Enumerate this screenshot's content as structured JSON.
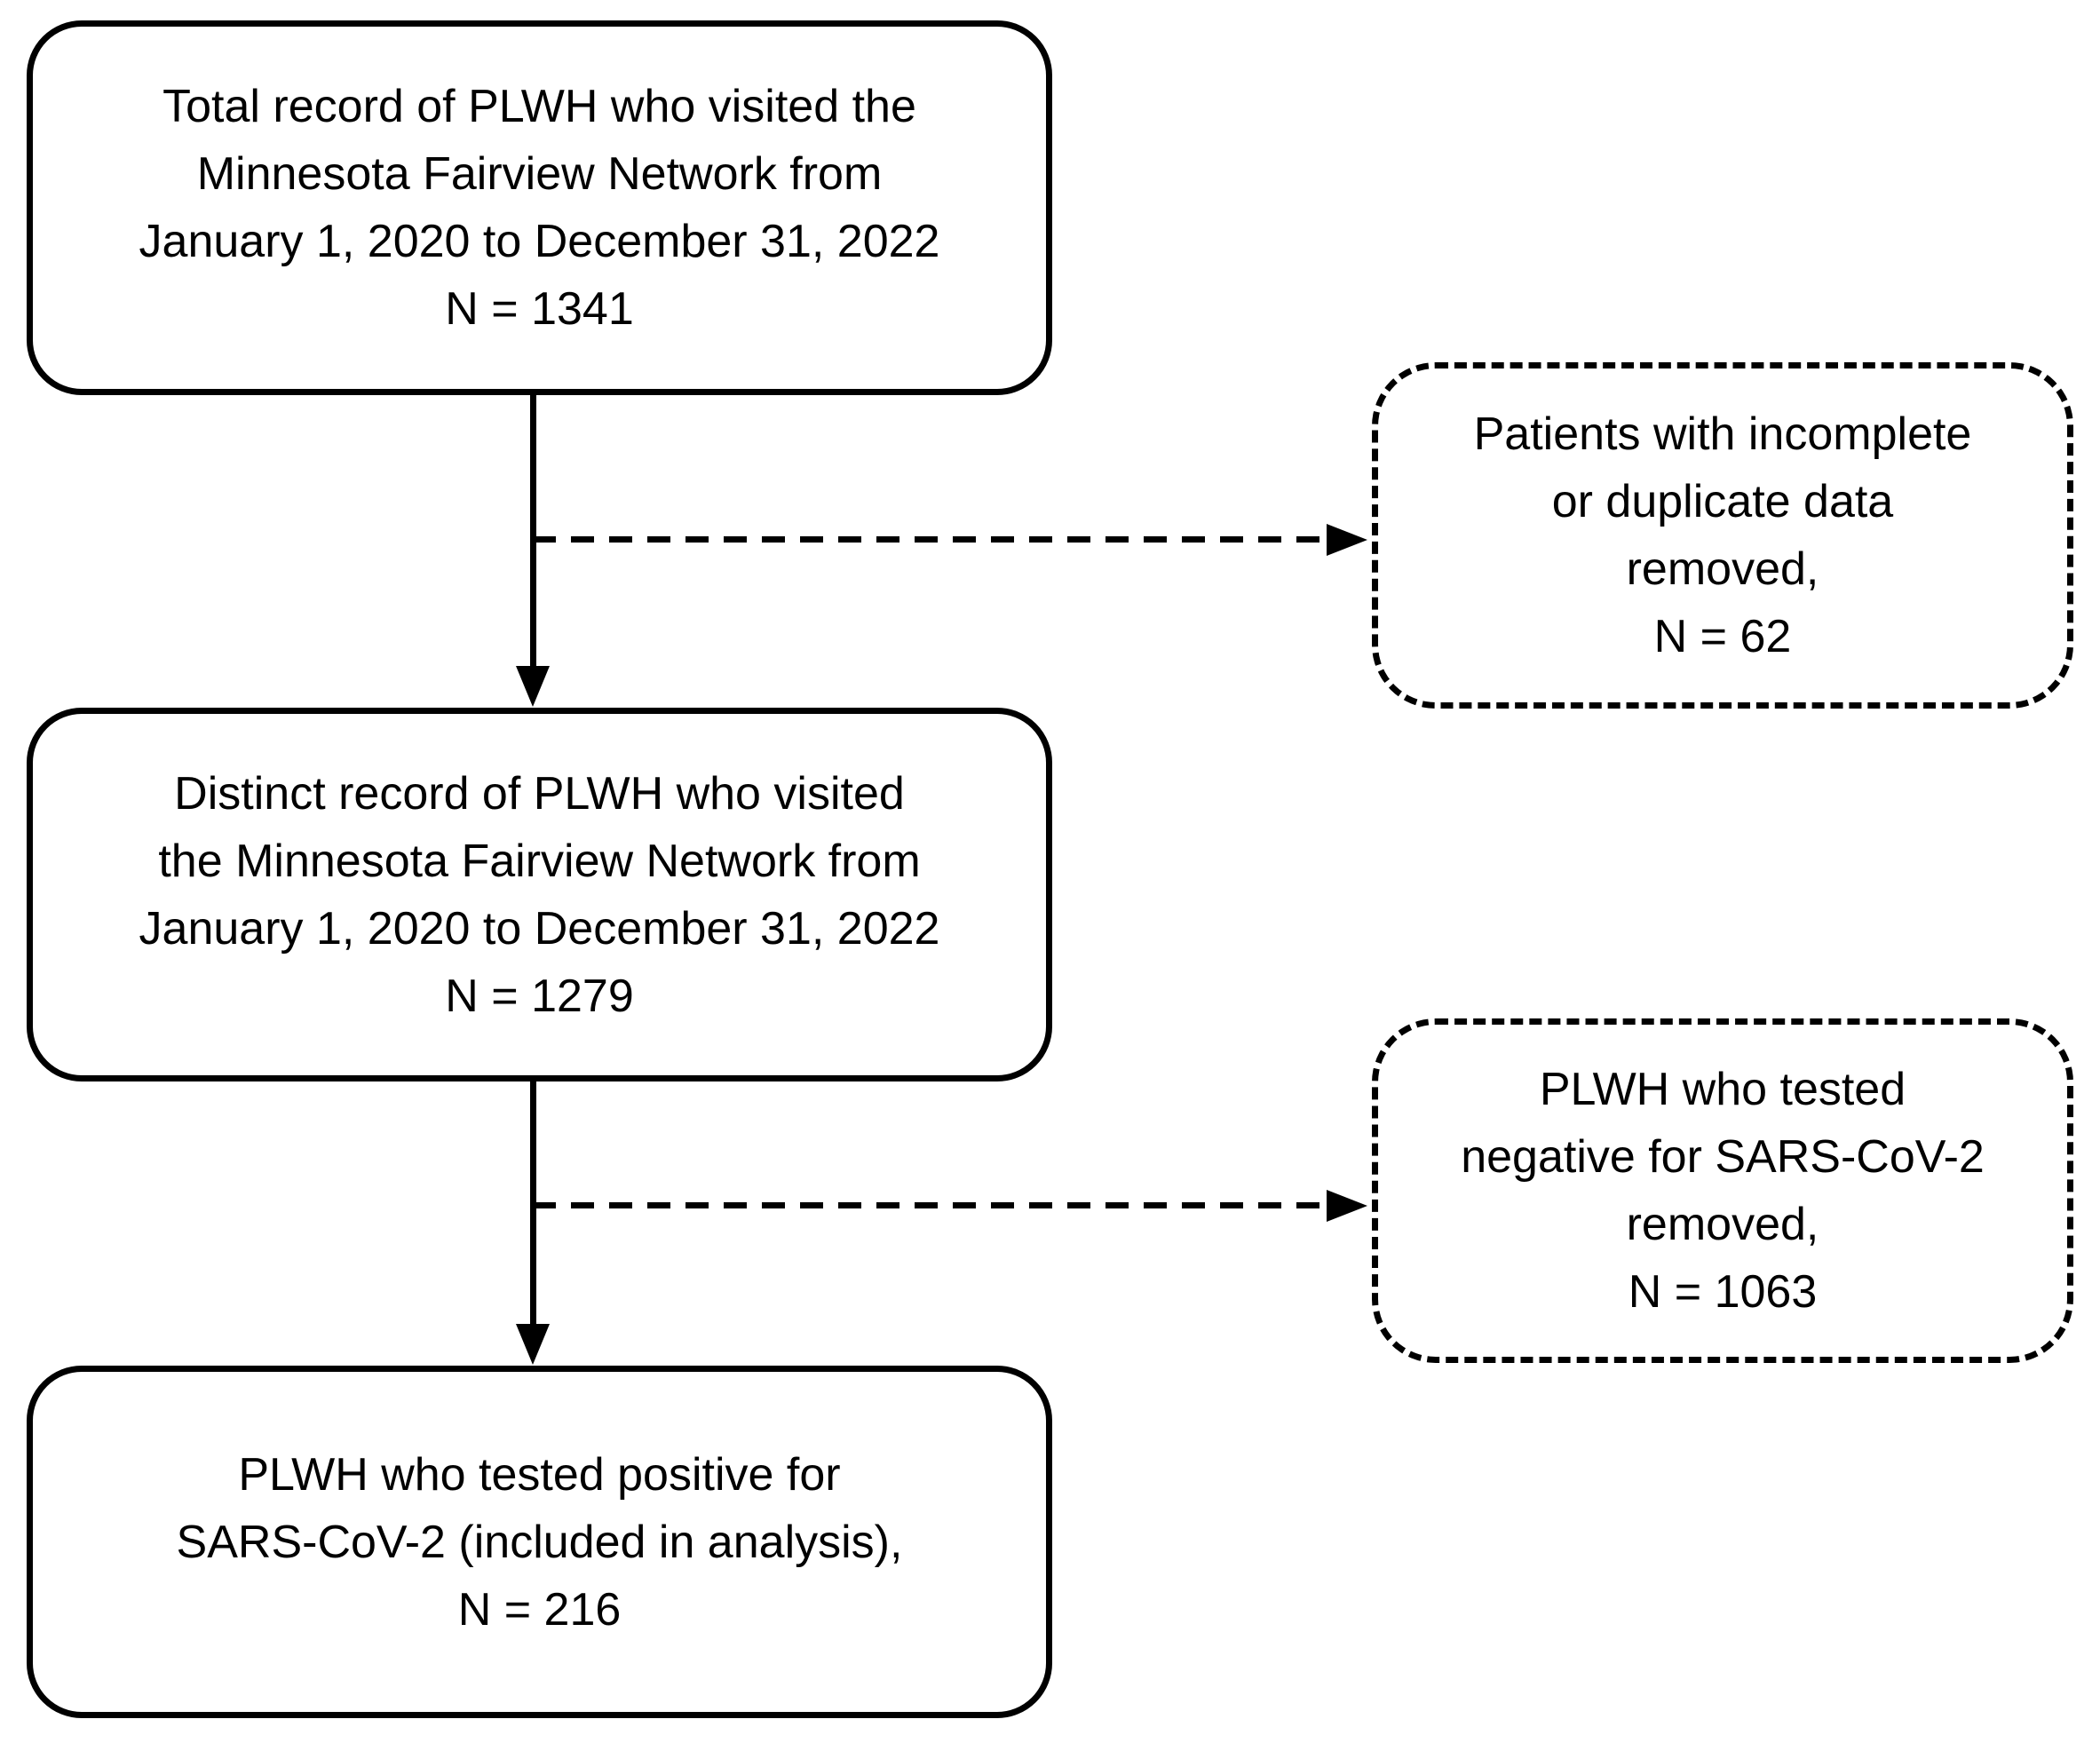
{
  "diagram": {
    "title": "PLWH SARS-CoV-2 cohort selection flowchart",
    "colors": {
      "ink": "#000000",
      "background": "#ffffff"
    },
    "nodes": {
      "total": {
        "text": "Total record of PLWH who visited the\nMinnesota Fairview Network from\nJanuary 1, 2020 to December 31, 2022\nN = 1341",
        "n": 1341,
        "border": "solid"
      },
      "excluded_duplicates": {
        "text": "Patients with incomplete\nor duplicate data\nremoved,\nN = 62",
        "n": 62,
        "border": "dashed"
      },
      "distinct": {
        "text": "Distinct record of PLWH who visited\nthe Minnesota Fairview Network from\nJanuary 1, 2020 to December 31, 2022\nN = 1279",
        "n": 1279,
        "border": "solid"
      },
      "excluded_negative": {
        "text": "PLWH who tested\nnegative for SARS-CoV-2\nremoved,\nN = 1063",
        "n": 1063,
        "border": "dashed"
      },
      "included": {
        "text": "PLWH who tested positive for\nSARS-CoV-2 (included in analysis),\nN = 216",
        "n": 216,
        "border": "solid"
      }
    },
    "edges": [
      {
        "from": "total",
        "to": "distinct",
        "style": "solid-arrow",
        "direction": "down"
      },
      {
        "from": "total-distinct-connector",
        "to": "excluded_duplicates",
        "style": "dashed-arrow",
        "direction": "right"
      },
      {
        "from": "distinct",
        "to": "included",
        "style": "solid-arrow",
        "direction": "down"
      },
      {
        "from": "distinct-included-connector",
        "to": "excluded_negative",
        "style": "dashed-arrow",
        "direction": "right"
      }
    ]
  }
}
